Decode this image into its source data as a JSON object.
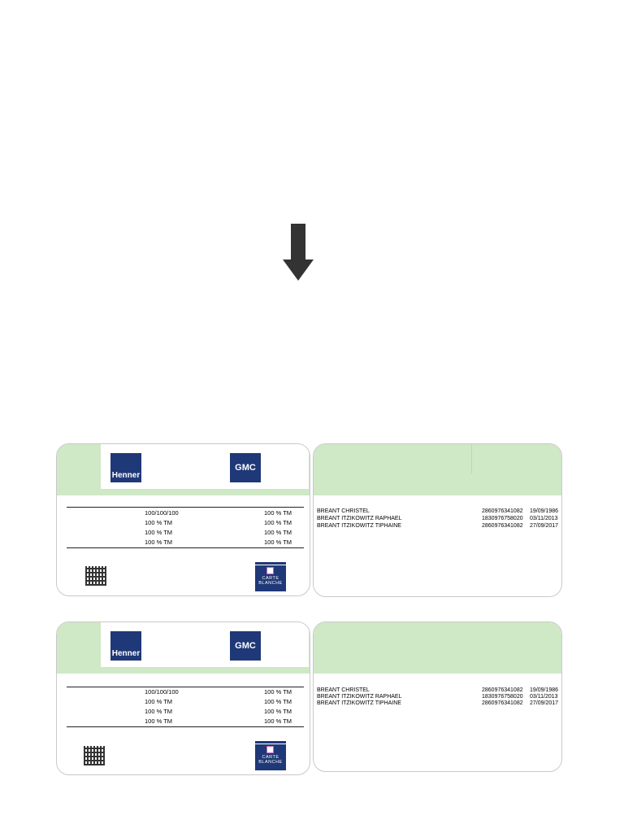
{
  "logos": {
    "henner": "Henner",
    "gmc": "GMC",
    "carte_line1": "CARTE",
    "carte_line2": "BLANCHE"
  },
  "coverage_rows": [
    {
      "left": "100/100/100",
      "right": "100 % TM"
    },
    {
      "left": "100 % TM",
      "right": "100 % TM"
    },
    {
      "left": "100 % TM",
      "right": "100 % TM"
    },
    {
      "left": "100 % TM",
      "right": "100 % TM"
    }
  ],
  "beneficiaries": [
    {
      "name": "BREANT CHRISTEL",
      "ssn": "2860976341082",
      "dob": "19/09/1986"
    },
    {
      "name": "BREANT ITZIKOWITZ RAPHAEL",
      "ssn": "1830976758020",
      "dob": "03/11/2013"
    },
    {
      "name": "BREANT ITZIKOWITZ TIPHAINE",
      "ssn": "2860976341082",
      "dob": "27/09/2017"
    }
  ],
  "colors": {
    "band": "#cfe8c6",
    "logo_navy": "#1f3877",
    "arrow": "#333333"
  }
}
